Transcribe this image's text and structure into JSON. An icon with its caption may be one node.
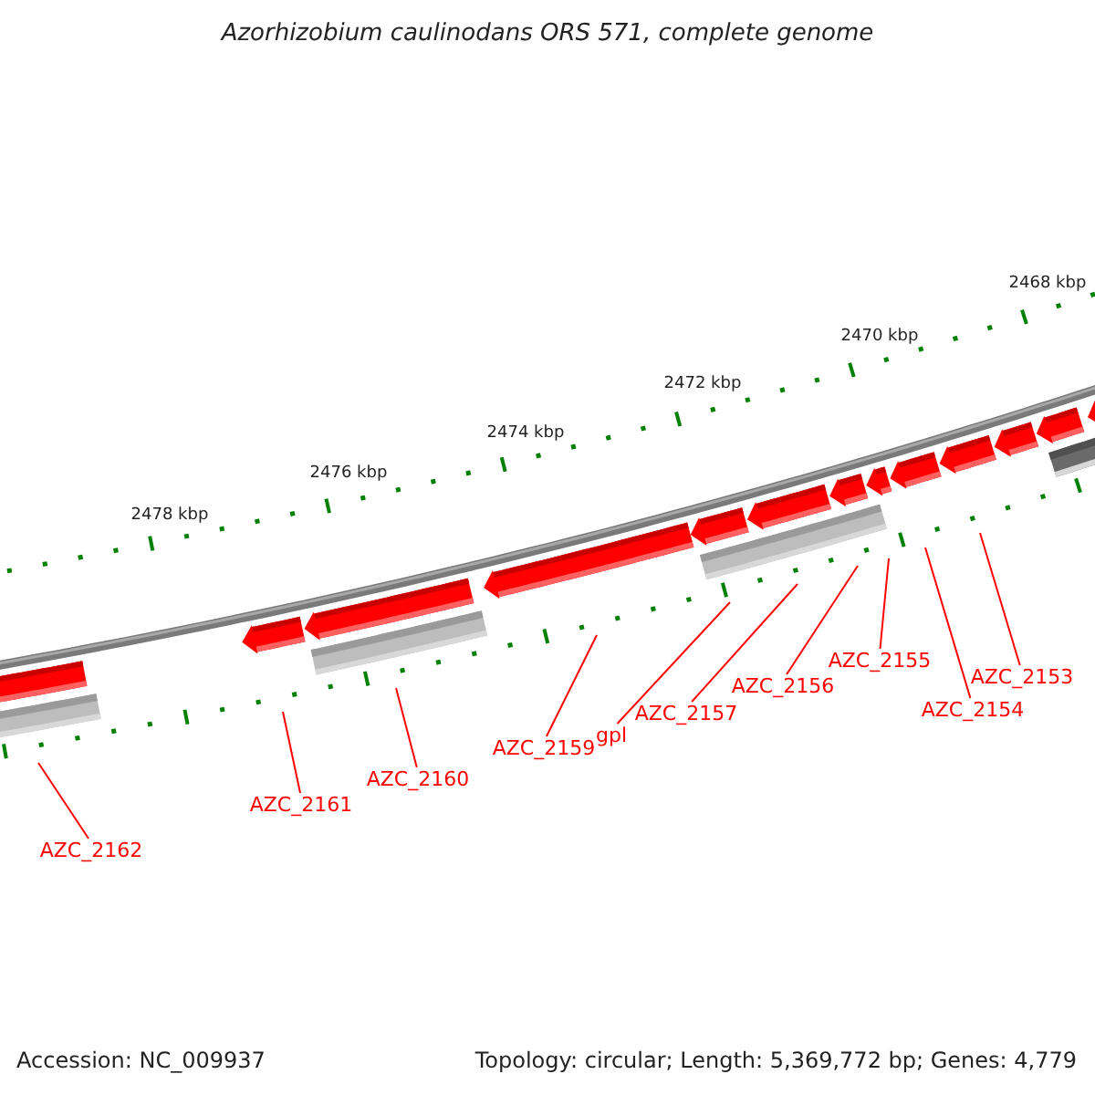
{
  "diagram": {
    "title": "Azorhizobium caulinodans ORS 571, complete genome",
    "nodes": [
      {
        "text": [
          "AZC_2162"
        ]
      },
      {
        "text": [
          "AZC_2161"
        ]
      },
      {
        "text": [
          "AZC_2160"
        ]
      },
      {
        "text": [
          "AZC_2159"
        ]
      },
      {
        "text": [
          "gpl"
        ]
      },
      {
        "text": [
          "AZC_2157"
        ]
      },
      {
        "text": [
          "AZC_2156"
        ]
      },
      {
        "text": [
          "AZC_2155"
        ]
      },
      {
        "text": [
          "AZC_2154"
        ]
      },
      {
        "text": [
          "AZC_2153"
        ]
      }
    ],
    "edges": [
      {
        "from": 0,
        "to": null,
        "arrow": "none"
      },
      {
        "from": 1,
        "to": null,
        "arrow": "none"
      },
      {
        "from": 2,
        "to": null,
        "arrow": "none"
      },
      {
        "from": 3,
        "to": null,
        "arrow": "none"
      },
      {
        "from": 4,
        "to": null,
        "arrow": "none"
      },
      {
        "from": 5,
        "to": null,
        "arrow": "none"
      },
      {
        "from": 6,
        "to": null,
        "arrow": "none"
      },
      {
        "from": 7,
        "to": null,
        "arrow": "none"
      },
      {
        "from": 8,
        "to": null,
        "arrow": "none"
      },
      {
        "from": 9,
        "to": null,
        "arrow": "none"
      }
    ],
    "labels": [
      "2478 kbp",
      "2476 kbp",
      "2474 kbp",
      "2472 kbp",
      "2470 kbp",
      "2468 kbp",
      "Accession: NC_009937",
      "Topology: circular; Length: 5,369,772 bp; Genes: 4,779"
    ]
  }
}
